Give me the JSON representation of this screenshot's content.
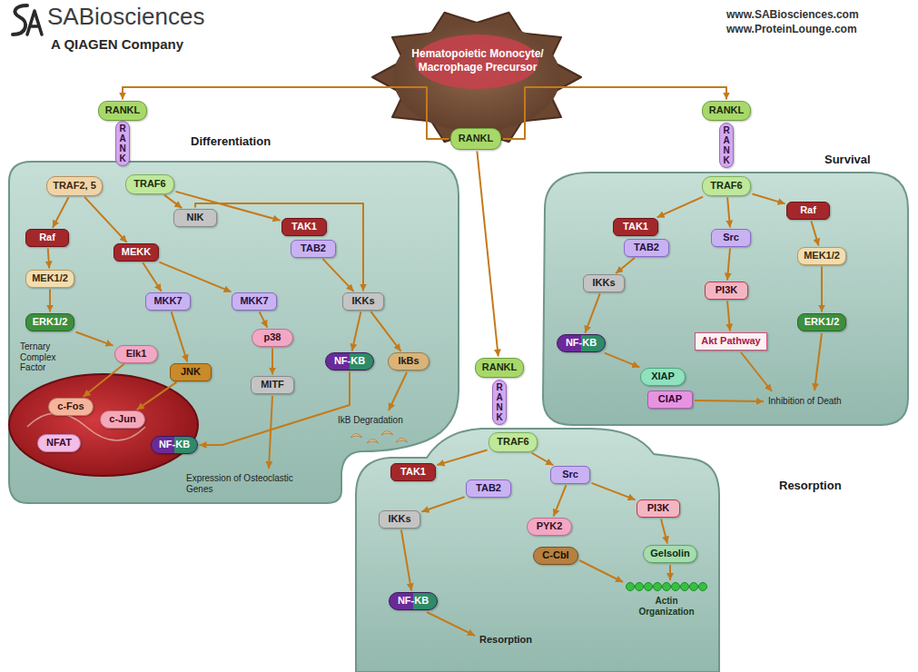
{
  "diagram": {
    "nodes": [
      {
        "text": [
          "Hematopoietic Monocyte/ Macrophage Precursor"
        ]
      },
      {
        "text": [
          "RANKL"
        ],
        "in": 0
      },
      {
        "text": [
          "Differentiation"
        ]
      },
      {
        "text": [
          "RANKL"
        ]
      },
      {
        "text": [
          "RANK"
        ]
      },
      {
        "text": [
          "TRAF2, 5"
        ],
        "in": 2
      },
      {
        "text": [
          "TRAF6"
        ],
        "in": 2
      },
      {
        "text": [
          "NIK"
        ],
        "in": 2
      },
      {
        "text": [
          "TAK1"
        ],
        "in": 2
      },
      {
        "text": [
          "TAB2"
        ],
        "in": 2
      },
      {
        "text": [
          "Raf"
        ],
        "in": 2
      },
      {
        "text": [
          "MEKK"
        ],
        "in": 2
      },
      {
        "text": [
          "MEK1/2"
        ],
        "in": 2
      },
      {
        "text": [
          "MKK7"
        ],
        "in": 2
      },
      {
        "text": [
          "MKK7"
        ],
        "in": 2
      },
      {
        "text": [
          "IKKs"
        ],
        "in": 2
      },
      {
        "text": [
          "p38"
        ],
        "in": 2
      },
      {
        "text": [
          "ERK1/2"
        ],
        "in": 2
      },
      {
        "text": [
          "Elk1"
        ],
        "in": 2
      },
      {
        "text": [
          "JNK"
        ],
        "in": 2
      },
      {
        "text": [
          "MITF"
        ],
        "in": 2
      },
      {
        "text": [
          "NF-KB"
        ],
        "in": 2
      },
      {
        "text": [
          "IkBs"
        ],
        "in": 2
      },
      {
        "text": [
          "c-Fos"
        ],
        "in": 2
      },
      {
        "text": [
          "c-Jun"
        ],
        "in": 2
      },
      {
        "text": [
          "NF-KB"
        ],
        "in": 2
      },
      {
        "text": [
          "NFAT"
        ],
        "in": 2
      },
      {
        "text": [
          "Survival"
        ]
      },
      {
        "text": [
          "RANKL"
        ]
      },
      {
        "text": [
          "RANK"
        ]
      },
      {
        "text": [
          "TRAF6"
        ],
        "in": 27
      },
      {
        "text": [
          "TAK1"
        ],
        "in": 27
      },
      {
        "text": [
          "TAB2"
        ],
        "in": 27
      },
      {
        "text": [
          "Src"
        ],
        "in": 27
      },
      {
        "text": [
          "Raf"
        ],
        "in": 27
      },
      {
        "text": [
          "MEK1/2"
        ],
        "in": 27
      },
      {
        "text": [
          "IKKs"
        ],
        "in": 27
      },
      {
        "text": [
          "PI3K"
        ],
        "in": 27
      },
      {
        "text": [
          "ERK1/2"
        ],
        "in": 27
      },
      {
        "text": [
          "NF-KB"
        ],
        "in": 27
      },
      {
        "text": [
          "Akt Pathway"
        ],
        "in": 27
      },
      {
        "text": [
          "XIAP"
        ],
        "in": 27
      },
      {
        "text": [
          "CIAP"
        ],
        "in": 27
      },
      {
        "text": [
          "Resorption"
        ]
      },
      {
        "text": [
          "RANKL"
        ]
      },
      {
        "text": [
          "RANK"
        ]
      },
      {
        "text": [
          "TRAF6"
        ],
        "in": 43
      },
      {
        "text": [
          "TAK1"
        ],
        "in": 43
      },
      {
        "text": [
          "TAB2"
        ],
        "in": 43
      },
      {
        "text": [
          "Src"
        ],
        "in": 43
      },
      {
        "text": [
          "IKKs"
        ],
        "in": 43
      },
      {
        "text": [
          "PI3K"
        ],
        "in": 43
      },
      {
        "text": [
          "PYK2"
        ],
        "in": 43
      },
      {
        "text": [
          "C-Cbl"
        ],
        "in": 43
      },
      {
        "text": [
          "Gelsolin"
        ],
        "in": 43
      },
      {
        "text": [
          "NF-KB"
        ],
        "in": 43
      }
    ],
    "edges": [
      {
        "from": 1,
        "to": 3,
        "arrow": "to"
      },
      {
        "from": 1,
        "to": 28,
        "arrow": "to"
      },
      {
        "from": 1,
        "to": 44,
        "arrow": "to"
      },
      {
        "from": 5,
        "to": 10,
        "arrow": "to"
      },
      {
        "from": 5,
        "to": 11,
        "arrow": "to"
      },
      {
        "from": 6,
        "to": 7,
        "arrow": "to"
      },
      {
        "from": 6,
        "to": 8,
        "arrow": "to"
      },
      {
        "from": 7,
        "to": 15,
        "arrow": "to"
      },
      {
        "from": 9,
        "to": 15,
        "arrow": "to"
      },
      {
        "from": 15,
        "to": 21,
        "arrow": "to"
      },
      {
        "from": 15,
        "to": 22,
        "arrow": "to"
      },
      {
        "from": 10,
        "to": 12,
        "arrow": "to"
      },
      {
        "from": 12,
        "to": 17,
        "arrow": "to"
      },
      {
        "from": 11,
        "to": 13,
        "arrow": "to"
      },
      {
        "from": 11,
        "to": 14,
        "arrow": "to"
      },
      {
        "from": 13,
        "to": 19,
        "arrow": "to"
      },
      {
        "from": 14,
        "to": 16,
        "arrow": "to"
      },
      {
        "from": 16,
        "to": 20,
        "arrow": "to"
      },
      {
        "from": 17,
        "to": 18,
        "arrow": "to"
      },
      {
        "from": 18,
        "to": 23,
        "arrow": "to"
      },
      {
        "from": 19,
        "to": 24,
        "arrow": "to"
      },
      {
        "from": 21,
        "to": 25,
        "arrow": "to"
      },
      {
        "from": 30,
        "to": 31,
        "arrow": "to"
      },
      {
        "from": 30,
        "to": 33,
        "arrow": "to"
      },
      {
        "from": 30,
        "to": 34,
        "arrow": "to"
      },
      {
        "from": 32,
        "to": 36,
        "arrow": "to"
      },
      {
        "from": 36,
        "to": 39,
        "arrow": "to"
      },
      {
        "from": 39,
        "to": 41,
        "arrow": "to"
      },
      {
        "from": 33,
        "to": 37,
        "arrow": "to"
      },
      {
        "from": 37,
        "to": 40,
        "arrow": "to"
      },
      {
        "from": 34,
        "to": 35,
        "arrow": "to"
      },
      {
        "from": 35,
        "to": 38,
        "arrow": "to"
      },
      {
        "from": 46,
        "to": 47,
        "arrow": "to"
      },
      {
        "from": 46,
        "to": 49,
        "arrow": "to"
      },
      {
        "from": 48,
        "to": 50,
        "arrow": "to"
      },
      {
        "from": 50,
        "to": 55,
        "arrow": "to"
      },
      {
        "from": 49,
        "to": 51,
        "arrow": "to"
      },
      {
        "from": 49,
        "to": 52,
        "arrow": "to"
      },
      {
        "from": 51,
        "to": 54,
        "arrow": "to"
      }
    ],
    "labels": [
      "SABiosciences",
      "A QIAGEN Company",
      "www.SABiosciences.com",
      "www.ProteinLounge.com",
      "Ternary Complex Factor",
      "IkB Degradation",
      "Expression of Osteoclastic Genes",
      "Inhibition of Death",
      "Actin Organization",
      "Resorption"
    ]
  }
}
